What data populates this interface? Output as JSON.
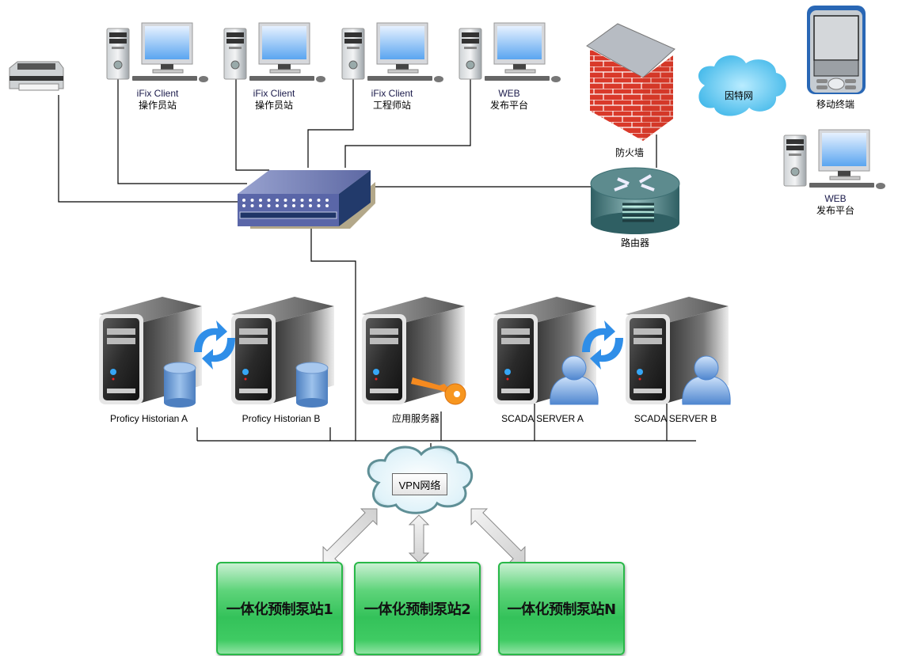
{
  "title": "Network topology diagram",
  "clients": [
    {
      "line1": "iFix Client",
      "line2": "操作员站"
    },
    {
      "line1": "iFix Client",
      "line2": "操作员站"
    },
    {
      "line1": "iFix Client",
      "line2": "工程师站"
    },
    {
      "line1": "WEB",
      "line2": "发布平台"
    }
  ],
  "firewall_label": "防火墙",
  "router_label": "路由器",
  "internet_label": "因特网",
  "mobile_label": "移动终端",
  "remote_web": {
    "line1": "WEB",
    "line2": "发布平台"
  },
  "servers": [
    {
      "label": "Proficy Historian A",
      "badge": "database"
    },
    {
      "label": "Proficy Historian B",
      "badge": "database"
    },
    {
      "label": "应用服务器",
      "badge": "key"
    },
    {
      "label": "SCADA SERVER A",
      "badge": "user"
    },
    {
      "label": "SCADA SERVER B",
      "badge": "user"
    }
  ],
  "vpn_label": "VPN网络",
  "stations": [
    "一体化预制泵站1",
    "一体化预制泵站2",
    "一体化预制泵站N"
  ],
  "colors": {
    "station_green": "#34c25a",
    "switch_blue": "#5a66a8",
    "firewall_red": "#d8372a",
    "router_teal": "#3d6f73",
    "cloud_blue": "#4fc3ee",
    "sync_arrow_blue": "#2f8ee8"
  }
}
